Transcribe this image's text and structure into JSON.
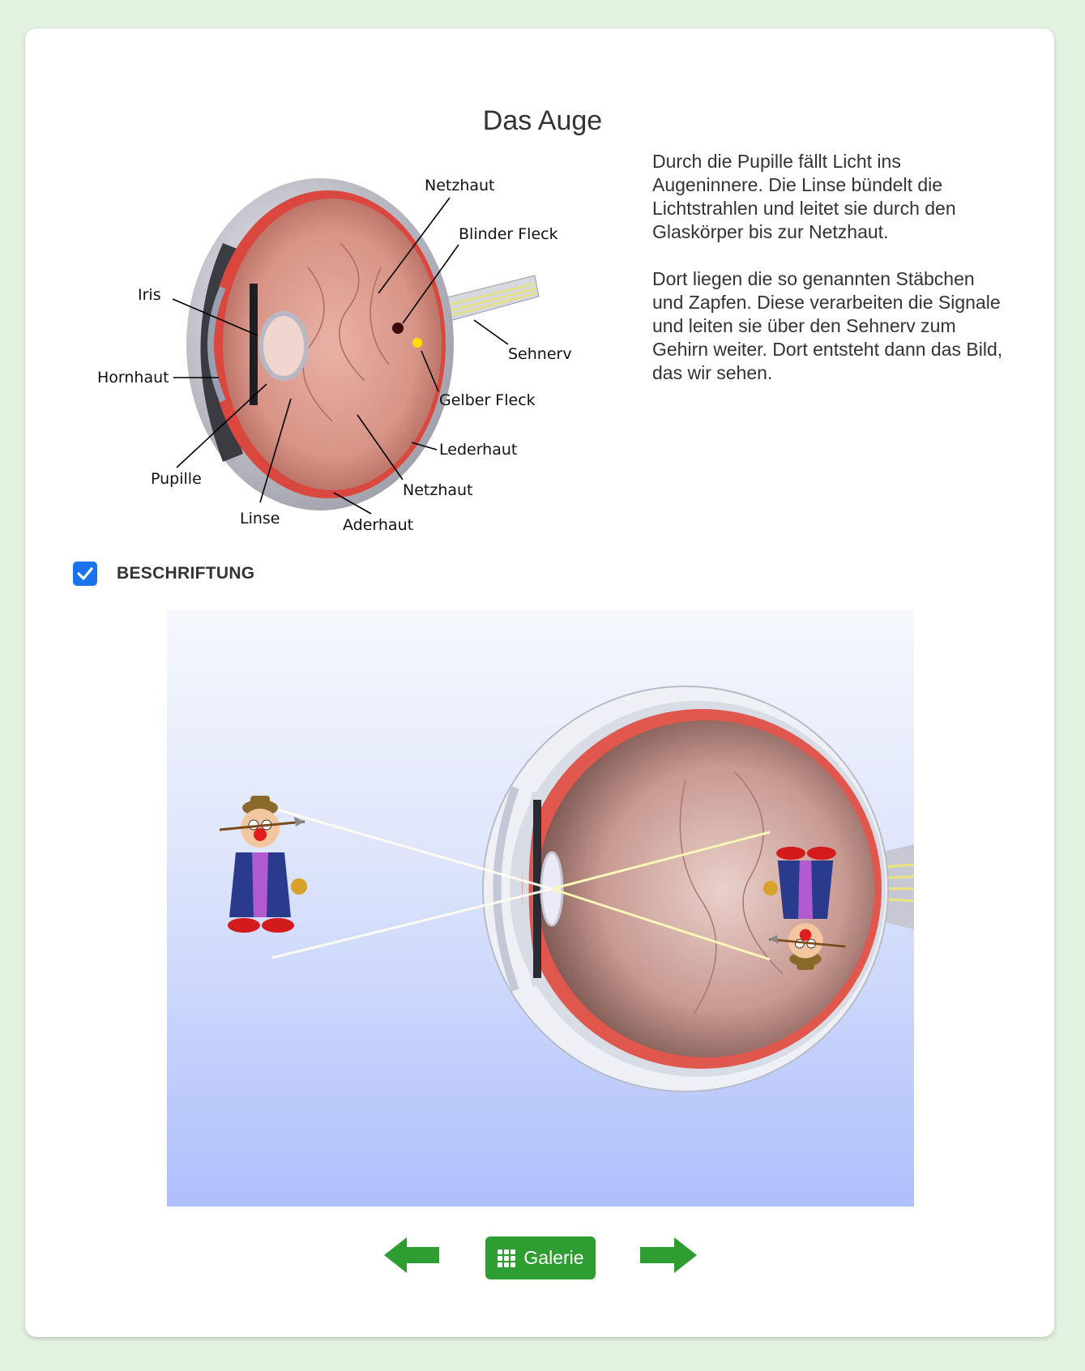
{
  "page": {
    "title": "Das Auge"
  },
  "diagram": {
    "labels": {
      "netzhaut_top": "Netzhaut",
      "blinder_fleck": "Blinder Fleck",
      "iris": "Iris",
      "sehnerv": "Sehnerv",
      "hornhaut": "Hornhaut",
      "gelber_fleck": "Gelber Fleck",
      "lederhaut": "Lederhaut",
      "pupille": "Pupille",
      "netzhaut_bottom": "Netzhaut",
      "linse": "Linse",
      "aderhaut": "Aderhaut"
    }
  },
  "description": {
    "paragraph1": "Durch die Pupille fällt Licht ins Augeninnere. Die Linse bündelt die Lichtstrahlen und leitet sie durch den Glaskörper bis zur Netzhaut.",
    "paragraph2": "Dort liegen die so genannten Stäbchen und Zapfen. Diese verarbeiten die Signale und leiten sie über den Sehnerv zum Gehirn weiter. Dort entsteht dann das Bild, das wir sehen."
  },
  "labels_toggle": {
    "label": "BESCHRIFTUNG",
    "checked": true
  },
  "navigation": {
    "gallery_label": "Galerie",
    "prev_icon": "arrow-left-icon",
    "next_icon": "arrow-right-icon",
    "gallery_icon": "grid-icon"
  },
  "colors": {
    "accent_green": "#2f9e32",
    "checkbox_blue": "#1a73e8",
    "background": "#e3f2e0"
  }
}
